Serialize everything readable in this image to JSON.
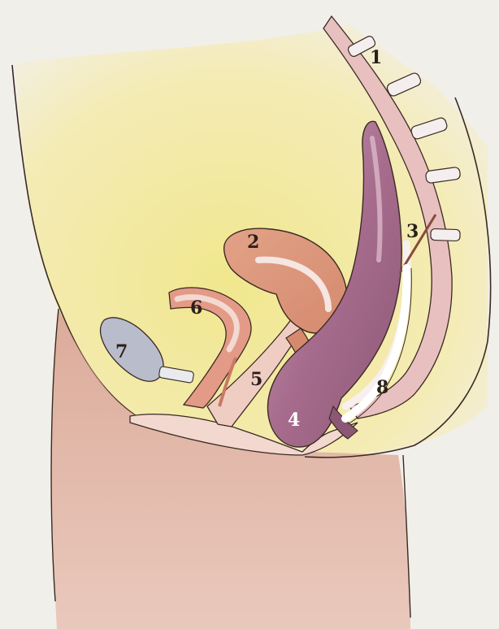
{
  "labels": [
    {
      "id": "1",
      "text": "1"
    },
    {
      "id": "2",
      "text": "2"
    },
    {
      "id": "3",
      "text": "3"
    },
    {
      "id": "4",
      "text": "4"
    },
    {
      "id": "5",
      "text": "5"
    },
    {
      "id": "6",
      "text": "6"
    },
    {
      "id": "7",
      "text": "7"
    },
    {
      "id": "8",
      "text": "8"
    }
  ],
  "colors": {
    "paper": "#f1efea",
    "skin": "#d9a896",
    "skin_light": "#f0d6ca",
    "yellow_wash": "#f0e58c",
    "uterus": "#dc9478",
    "rectum": "#a06a8a",
    "bone": "#f4e9e6",
    "device": "#b8bccb",
    "outline": "#3a2a22"
  }
}
